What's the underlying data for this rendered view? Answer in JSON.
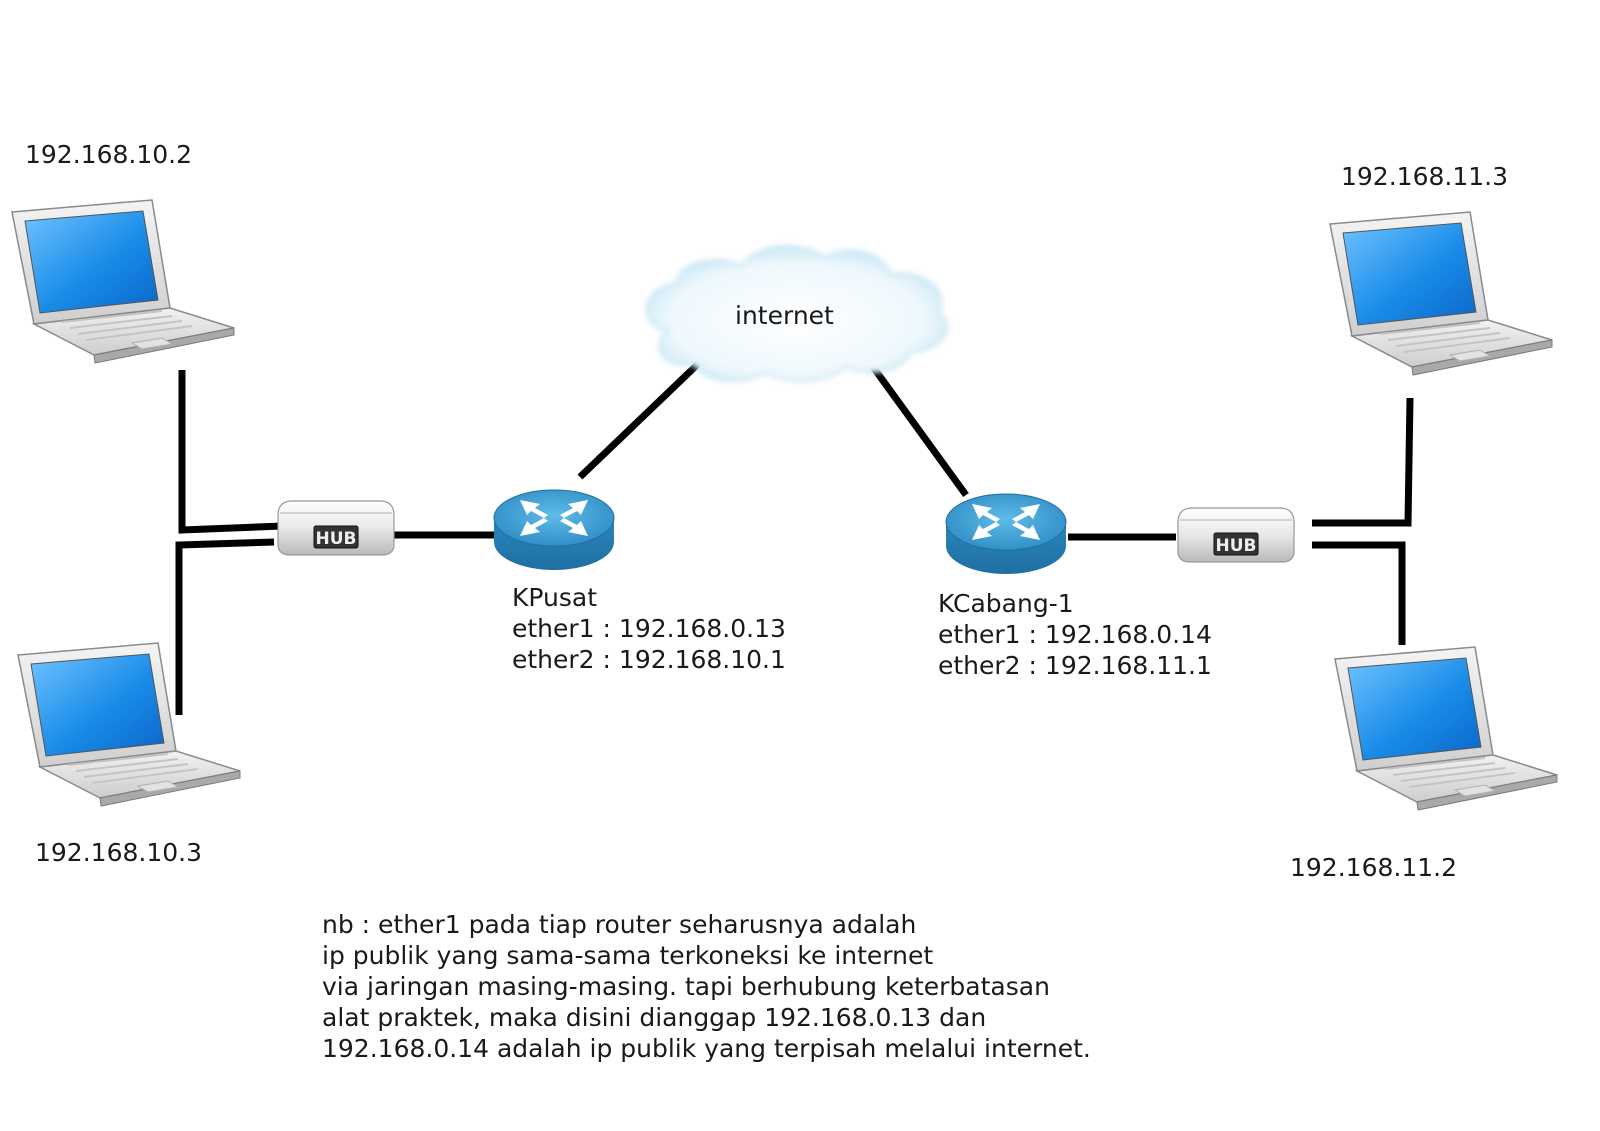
{
  "cloud": {
    "label": "internet"
  },
  "laptops": {
    "left_top": {
      "ip": "192.168.10.2"
    },
    "left_bottom": {
      "ip": "192.168.10.3"
    },
    "right_top": {
      "ip": "192.168.11.3"
    },
    "right_bottom": {
      "ip": "192.168.11.2"
    }
  },
  "hubs": {
    "left": {
      "label": "HUB"
    },
    "right": {
      "label": "HUB"
    }
  },
  "routers": {
    "pusat": {
      "name": "KPusat",
      "ether1": "ether1 : 192.168.0.13",
      "ether2": "ether2 : 192.168.10.1"
    },
    "cabang": {
      "name": "KCabang-1",
      "ether1": "ether1 : 192.168.0.14",
      "ether2": "ether2 : 192.168.11.1"
    }
  },
  "note": {
    "lines": [
      "nb : ether1 pada tiap router seharusnya adalah",
      "ip publik yang sama-sama terkoneksi ke internet",
      "via jaringan masing-masing. tapi berhubung keterbatasan",
      "alat praktek, maka disini dianggap 192.168.0.13 dan",
      "192.168.0.14 adalah ip publik yang terpisah melalui internet."
    ]
  },
  "colors": {
    "cable": "#000000",
    "router_blue": "#2f8fc7",
    "screen_blue": "#1e8fe6",
    "laptop_body": "#e6e6e6"
  }
}
